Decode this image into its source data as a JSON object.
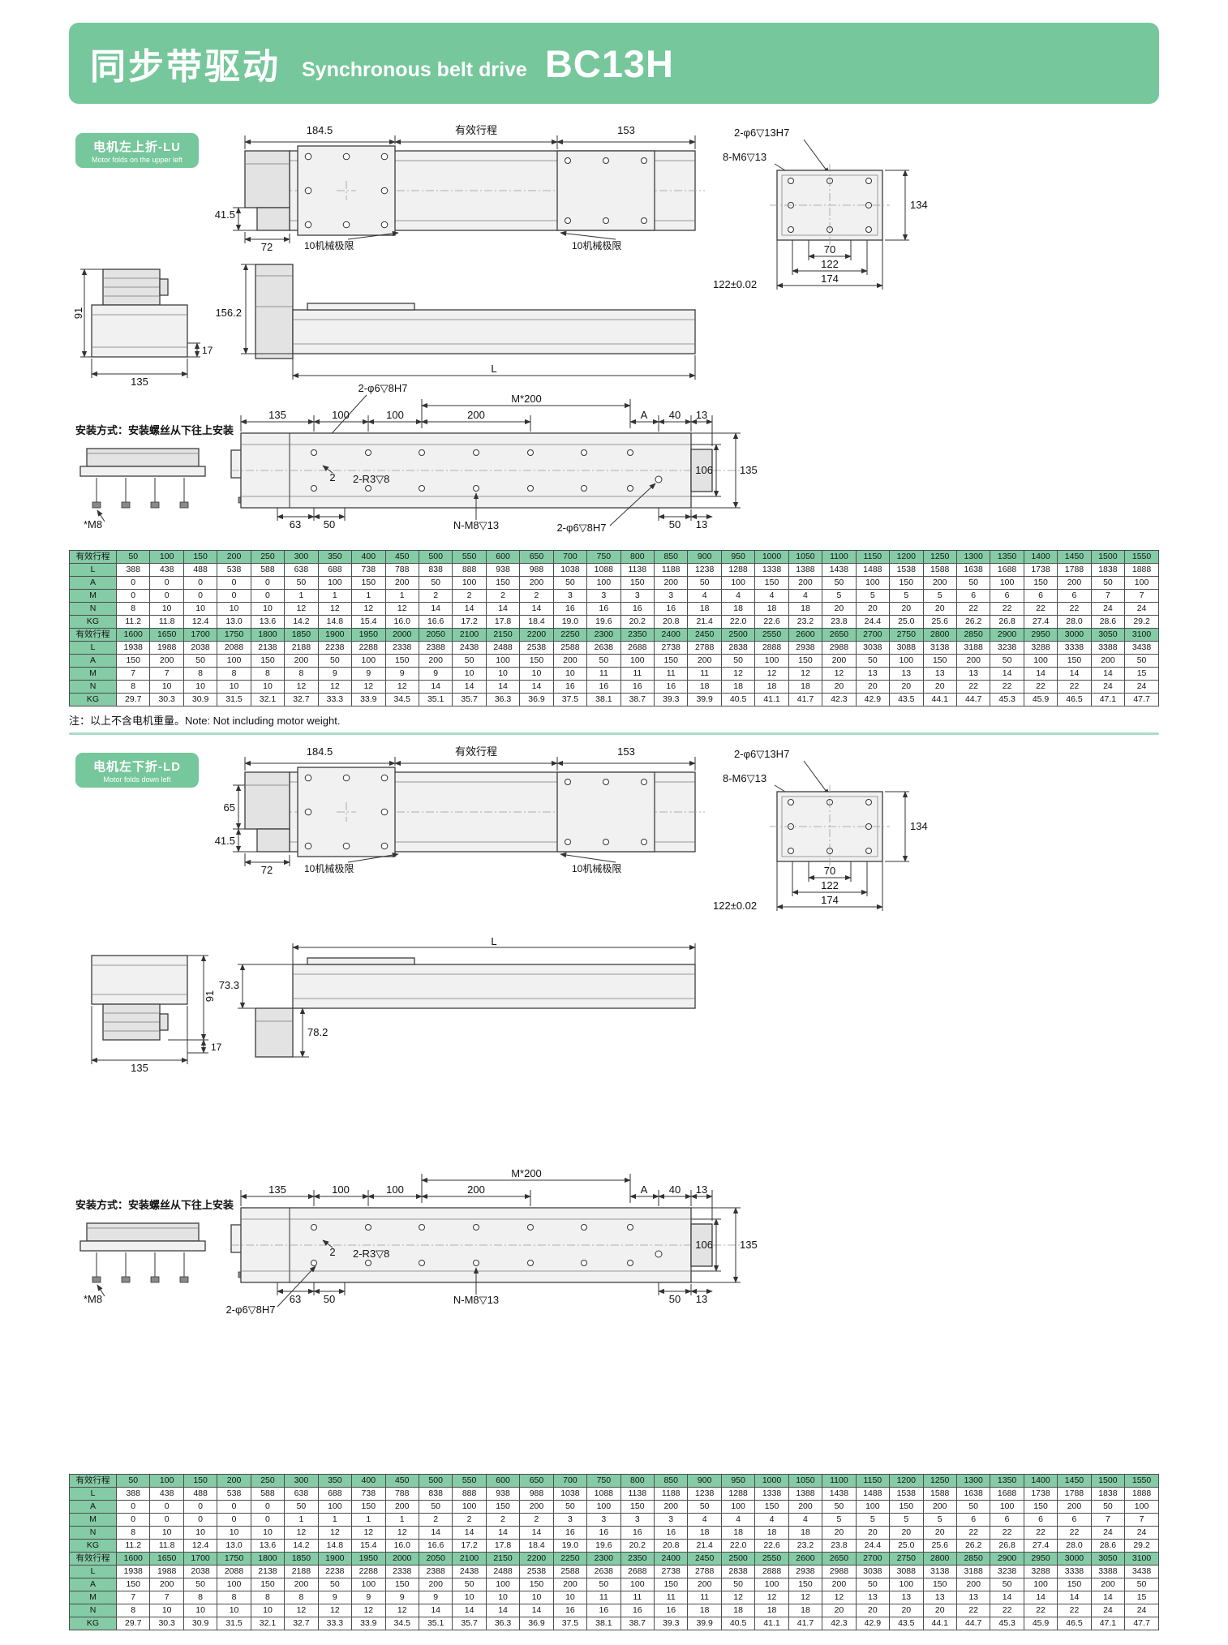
{
  "header": {
    "title_cn": "同步带驱动",
    "title_en": "Synchronous belt drive",
    "model": "BC13H"
  },
  "colors": {
    "accent_green": "#76c79b",
    "table_header_green": "#84cba6",
    "divider_green": "#aaddc4"
  },
  "note": "注：以上不含电机重量。Note: Not including motor weight.",
  "lu": {
    "badge_cn": "电机左上折-LU",
    "badge_en": "Motor folds on the upper left",
    "mount_title": "安装方式：安装螺丝从下往上安装",
    "m8": "*M8",
    "d184": "184.5",
    "stroke": "有效行程",
    "d153": "153",
    "d41": "41.5",
    "d72": "72",
    "limit": "10机械极限",
    "limit2": "10机械极限",
    "holes_top": "2-φ6▽13H7",
    "holes_face": "8-M6▽13",
    "d134": "134",
    "d70": "70",
    "d122": "122",
    "d174": "174",
    "dtol": "122±0.02",
    "d91": "91",
    "d135s": "135",
    "d17": "17",
    "d156": "156.2",
    "dL": "L",
    "bv_holes": "2-φ6▽8H7",
    "bv_pitch": "M*200",
    "bv135": "135",
    "bv100a": "100",
    "bv100b": "100",
    "bv200": "200",
    "bvA": "A",
    "bv40": "40",
    "bv13": "13",
    "bv106": "106",
    "bv135b": "135",
    "bv2": "2",
    "bvr3": "2-R3▽8",
    "bv63": "63",
    "bv50": "50",
    "bvn": "N-M8▽13",
    "bv_holes2": "2-φ6▽8H7",
    "bv50b": "50",
    "bv13b": "13"
  },
  "ld": {
    "badge_cn": "电机左下折-LD",
    "badge_en": "Motor folds down left",
    "mount_title": "安装方式：安装螺丝从下往上安装",
    "m8": "*M8",
    "d184": "184.5",
    "stroke": "有效行程",
    "d153": "153",
    "d65": "65",
    "d41": "41.5",
    "d72": "72",
    "limit": "10机械极限",
    "limit2": "10机械极限",
    "holes_top": "2-φ6▽13H7",
    "holes_face": "8-M6▽13",
    "d134": "134",
    "d70": "70",
    "d122": "122",
    "d174": "174",
    "dtol": "122±0.02",
    "d91": "91",
    "d135s": "135",
    "d17": "17",
    "d73": "73.3",
    "d78": "78.2",
    "dL": "L",
    "bv_holes": "2-φ6▽8H7",
    "bv_pitch": "M*200",
    "bv135": "135",
    "bv100a": "100",
    "bv100b": "100",
    "bv200": "200",
    "bvA": "A",
    "bv40": "40",
    "bv13": "13",
    "bv106": "106",
    "bv135b": "135",
    "bv2": "2",
    "bvr3": "2-R3▽8",
    "bv63": "63",
    "bv50": "50",
    "bvn": "N-M8▽13",
    "bv50b": "50",
    "bv13b": "13"
  },
  "table": {
    "rows": [
      {
        "label": "有效行程",
        "type": "head",
        "values": [
          "50",
          "100",
          "150",
          "200",
          "250",
          "300",
          "350",
          "400",
          "450",
          "500",
          "550",
          "600",
          "650",
          "700",
          "750",
          "800",
          "850",
          "900",
          "950",
          "1000",
          "1050",
          "1100",
          "1150",
          "1200",
          "1250",
          "1300",
          "1350",
          "1400",
          "1450",
          "1500",
          "1550"
        ]
      },
      {
        "label": "L",
        "type": "data",
        "values": [
          "388",
          "438",
          "488",
          "538",
          "588",
          "638",
          "688",
          "738",
          "788",
          "838",
          "888",
          "938",
          "988",
          "1038",
          "1088",
          "1138",
          "1188",
          "1238",
          "1288",
          "1338",
          "1388",
          "1438",
          "1488",
          "1538",
          "1588",
          "1638",
          "1688",
          "1738",
          "1788",
          "1838",
          "1888"
        ]
      },
      {
        "label": "A",
        "type": "data",
        "values": [
          "0",
          "0",
          "0",
          "0",
          "0",
          "50",
          "100",
          "150",
          "200",
          "50",
          "100",
          "150",
          "200",
          "50",
          "100",
          "150",
          "200",
          "50",
          "100",
          "150",
          "200",
          "50",
          "100",
          "150",
          "200",
          "50",
          "100",
          "150",
          "200",
          "50",
          "100"
        ]
      },
      {
        "label": "M",
        "type": "data",
        "values": [
          "0",
          "0",
          "0",
          "0",
          "0",
          "1",
          "1",
          "1",
          "1",
          "2",
          "2",
          "2",
          "2",
          "3",
          "3",
          "3",
          "3",
          "4",
          "4",
          "4",
          "4",
          "5",
          "5",
          "5",
          "5",
          "6",
          "6",
          "6",
          "6",
          "7",
          "7"
        ]
      },
      {
        "label": "N",
        "type": "data",
        "values": [
          "8",
          "10",
          "10",
          "10",
          "10",
          "12",
          "12",
          "12",
          "12",
          "14",
          "14",
          "14",
          "14",
          "16",
          "16",
          "16",
          "16",
          "18",
          "18",
          "18",
          "18",
          "20",
          "20",
          "20",
          "20",
          "22",
          "22",
          "22",
          "22",
          "24",
          "24"
        ]
      },
      {
        "label": "KG",
        "type": "data",
        "values": [
          "11.2",
          "11.8",
          "12.4",
          "13.0",
          "13.6",
          "14.2",
          "14.8",
          "15.4",
          "16.0",
          "16.6",
          "17.2",
          "17.8",
          "18.4",
          "19.0",
          "19.6",
          "20.2",
          "20.8",
          "21.4",
          "22.0",
          "22.6",
          "23.2",
          "23.8",
          "24.4",
          "25.0",
          "25.6",
          "26.2",
          "26.8",
          "27.4",
          "28.0",
          "28.6",
          "29.2"
        ]
      },
      {
        "label": "有效行程",
        "type": "head",
        "values": [
          "1600",
          "1650",
          "1700",
          "1750",
          "1800",
          "1850",
          "1900",
          "1950",
          "2000",
          "2050",
          "2100",
          "2150",
          "2200",
          "2250",
          "2300",
          "2350",
          "2400",
          "2450",
          "2500",
          "2550",
          "2600",
          "2650",
          "2700",
          "2750",
          "2800",
          "2850",
          "2900",
          "2950",
          "3000",
          "3050",
          "3100"
        ]
      },
      {
        "label": "L",
        "type": "data",
        "values": [
          "1938",
          "1988",
          "2038",
          "2088",
          "2138",
          "2188",
          "2238",
          "2288",
          "2338",
          "2388",
          "2438",
          "2488",
          "2538",
          "2588",
          "2638",
          "2688",
          "2738",
          "2788",
          "2838",
          "2888",
          "2938",
          "2988",
          "3038",
          "3088",
          "3138",
          "3188",
          "3238",
          "3288",
          "3338",
          "3388",
          "3438"
        ]
      },
      {
        "label": "A",
        "type": "data",
        "values": [
          "150",
          "200",
          "50",
          "100",
          "150",
          "200",
          "50",
          "100",
          "150",
          "200",
          "50",
          "100",
          "150",
          "200",
          "50",
          "100",
          "150",
          "200",
          "50",
          "100",
          "150",
          "200",
          "50",
          "100",
          "150",
          "200",
          "50",
          "100",
          "150",
          "200",
          "50"
        ]
      },
      {
        "label": "M",
        "type": "data",
        "values": [
          "7",
          "7",
          "8",
          "8",
          "8",
          "8",
          "9",
          "9",
          "9",
          "9",
          "10",
          "10",
          "10",
          "10",
          "11",
          "11",
          "11",
          "11",
          "12",
          "12",
          "12",
          "12",
          "13",
          "13",
          "13",
          "13",
          "14",
          "14",
          "14",
          "14",
          "15"
        ]
      },
      {
        "label": "N",
        "type": "data",
        "values": [
          "8",
          "10",
          "10",
          "10",
          "10",
          "12",
          "12",
          "12",
          "12",
          "14",
          "14",
          "14",
          "14",
          "16",
          "16",
          "16",
          "16",
          "18",
          "18",
          "18",
          "18",
          "20",
          "20",
          "20",
          "20",
          "22",
          "22",
          "22",
          "22",
          "24",
          "24"
        ]
      },
      {
        "label": "KG",
        "type": "data",
        "values": [
          "29.7",
          "30.3",
          "30.9",
          "31.5",
          "32.1",
          "32.7",
          "33.3",
          "33.9",
          "34.5",
          "35.1",
          "35.7",
          "36.3",
          "36.9",
          "37.5",
          "38.1",
          "38.7",
          "39.3",
          "39.9",
          "40.5",
          "41.1",
          "41.7",
          "42.3",
          "42.9",
          "43.5",
          "44.1",
          "44.7",
          "45.3",
          "45.9",
          "46.5",
          "47.1",
          "47.7"
        ]
      }
    ]
  }
}
